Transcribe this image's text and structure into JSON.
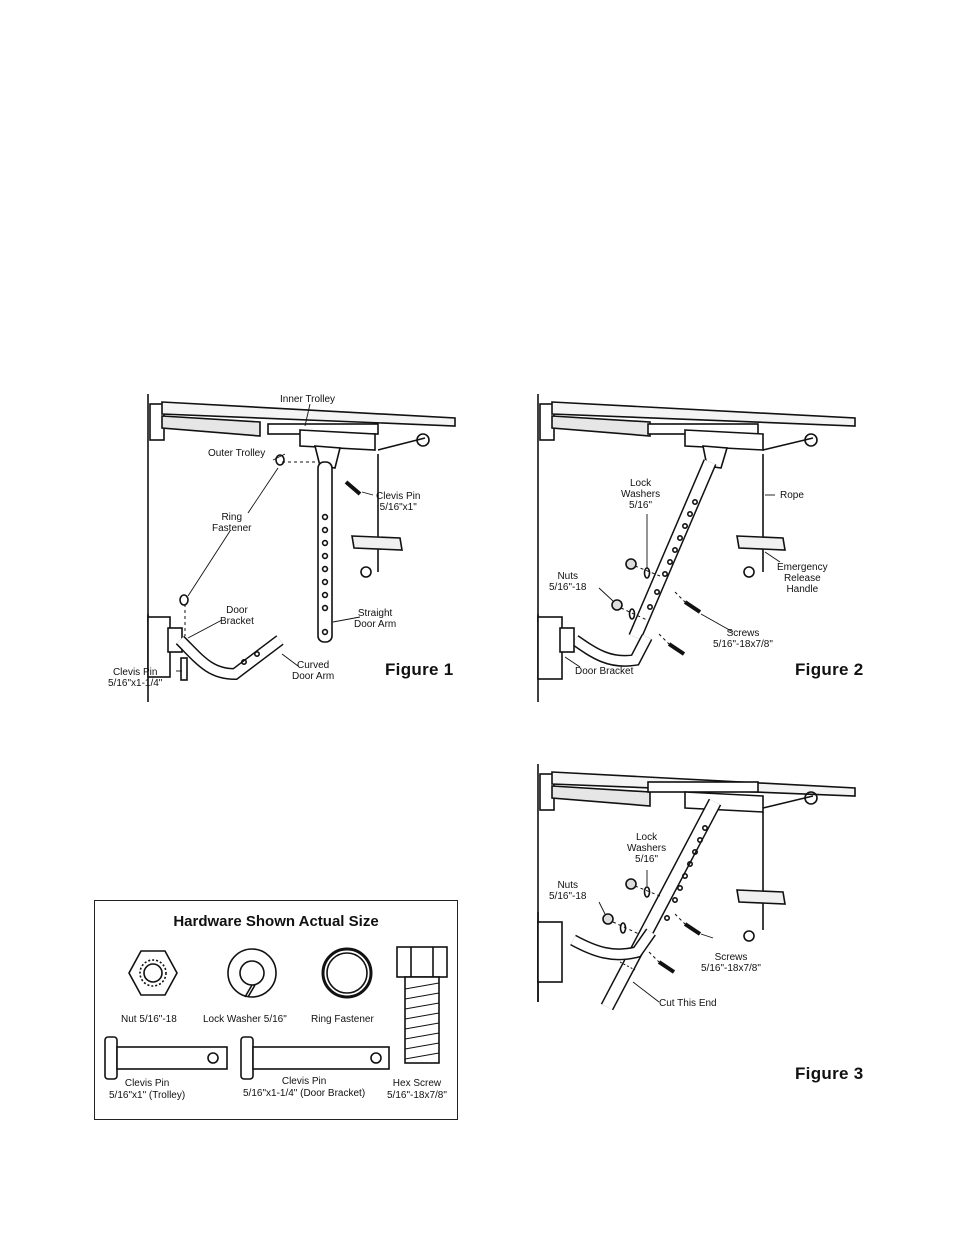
{
  "figure1": {
    "title": "Figure 1",
    "labels": {
      "inner_trolley": "Inner Trolley",
      "outer_trolley": "Outer Trolley",
      "clevis_pin_trolley": "Clevis Pin\n5/16\"x1\"",
      "ring_fastener": "Ring\nFastener",
      "door_bracket": "Door\nBracket",
      "straight_door_arm": "Straight\nDoor Arm",
      "curved_door_arm": "Curved\nDoor Arm",
      "clevis_pin_bracket": "Clevis Pin\n5/16\"x1-1/4\""
    }
  },
  "figure2": {
    "title": "Figure 2",
    "labels": {
      "lock_washers": "Lock\nWashers\n5/16\"",
      "rope": "Rope",
      "nuts": "Nuts\n5/16\"-18",
      "emergency_release_handle": "Emergency\nRelease\nHandle",
      "screws": "Screws\n5/16\"-18x7/8\"",
      "door_bracket": "Door Bracket"
    }
  },
  "figure3": {
    "title": "Figure 3",
    "labels": {
      "lock_washers": "Lock\nWashers\n5/16\"",
      "nuts": "Nuts\n5/16\"-18",
      "screws": "Screws\n5/16\"-18x7/8\"",
      "cut_this_end": "Cut This End"
    }
  },
  "hardware": {
    "title": "Hardware Shown Actual Size",
    "items": {
      "nut": "Nut 5/16\"-18",
      "lock_washer": "Lock Washer 5/16\"",
      "ring_fastener": "Ring Fastener",
      "clevis_pin_trolley": "Clevis Pin\n5/16\"x1\" (Trolley)",
      "clevis_pin_bracket": "Clevis Pin\n5/16\"x1-1/4\" (Door Bracket)",
      "hex_screw": "Hex Screw\n5/16\"-18x7/8\""
    }
  }
}
